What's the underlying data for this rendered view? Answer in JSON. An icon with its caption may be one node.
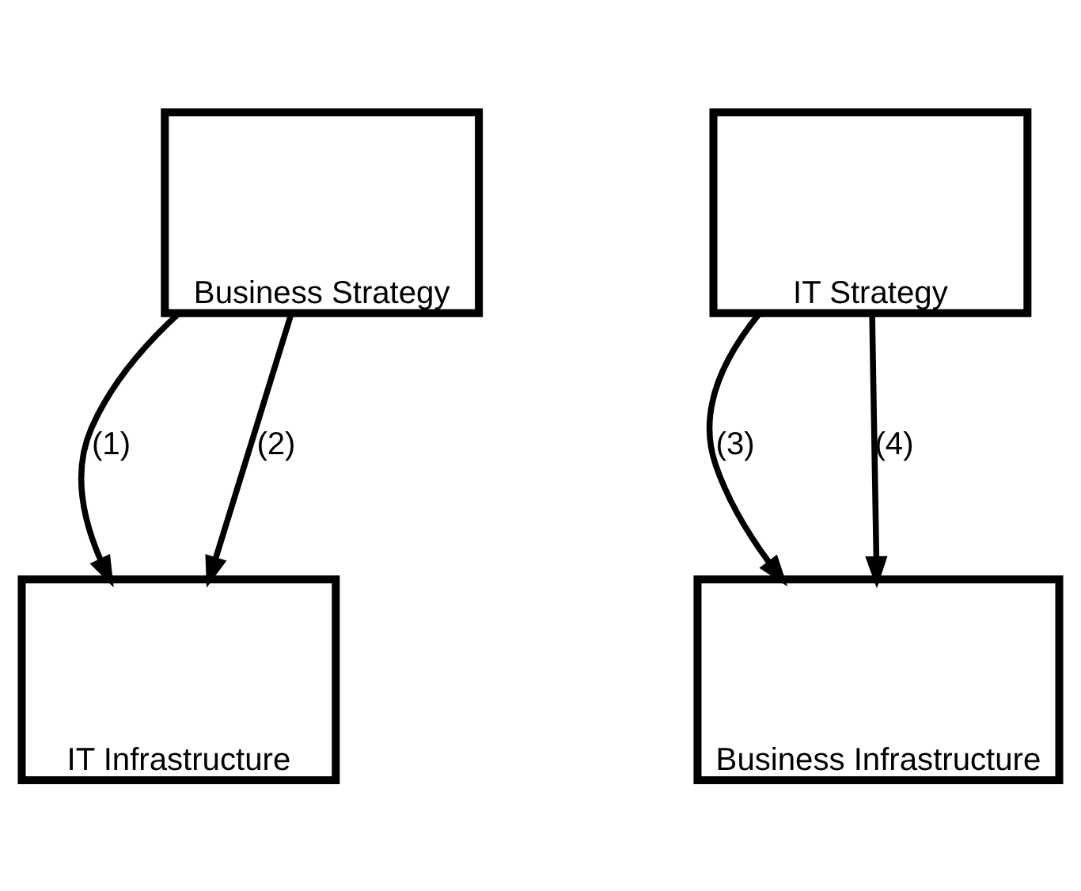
{
  "diagram": {
    "nodes": [
      {
        "text": [
          "Business Strategy"
        ]
      },
      {
        "text": [
          "IT Strategy"
        ]
      },
      {
        "text": [
          "Business Infrastructure"
        ]
      },
      {
        "text": [
          "IT Infrastructure"
        ]
      }
    ],
    "edges": [
      {
        "from": 0,
        "to": 3,
        "arrow": "to",
        "label": "(1)"
      },
      {
        "from": 0,
        "to": 3,
        "arrow": "to",
        "label": "(2)"
      },
      {
        "from": 1,
        "to": 2,
        "arrow": "to",
        "label": "(3)"
      },
      {
        "from": 1,
        "to": 2,
        "arrow": "to",
        "label": "(4)"
      }
    ]
  }
}
